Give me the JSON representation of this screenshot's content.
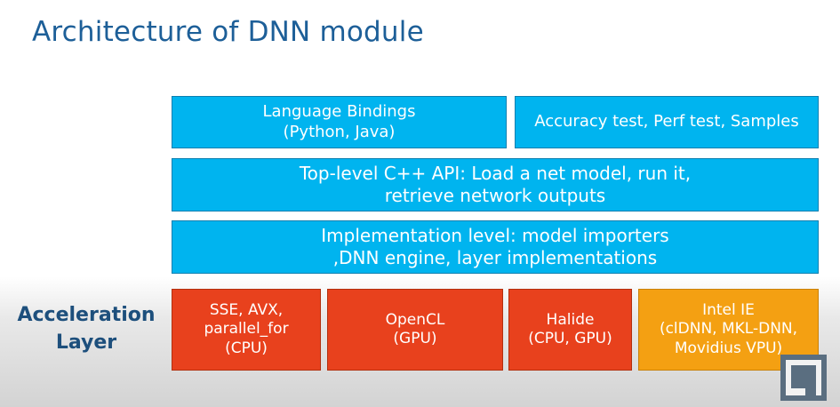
{
  "slide": {
    "title": "Architecture of DNN module"
  },
  "layers": {
    "language_bindings": {
      "line1": "Language Bindings",
      "line2": "(Python, Java)"
    },
    "tests": {
      "line1": "Accuracy test, Perf test, Samples"
    },
    "top_level_api": {
      "line1": "Top-level C++ API: Load a net model, run it,",
      "line2": "retrieve network outputs"
    },
    "implementation": {
      "line1": "Implementation level: model importers",
      "line2": ",DNN engine, layer implementations"
    }
  },
  "acceleration": {
    "label_line1": "Acceleration",
    "label_line2": "Layer",
    "items": [
      {
        "line1": "SSE, AVX,",
        "line2": "parallel_for",
        "line3": "(CPU)"
      },
      {
        "line1": "OpenCL",
        "line2": "(GPU)"
      },
      {
        "line1": "Halide",
        "line2": "(CPU, GPU)"
      },
      {
        "line1": "Intel IE",
        "line2": "(clDNN, MKL-DNN,",
        "line3": "Movidius VPU)"
      }
    ]
  },
  "colors": {
    "title": "#1d5f98",
    "blue_box": "#00b4ef",
    "red_box": "#e8411d",
    "orange_box": "#f4a012",
    "label": "#1d4f7c"
  },
  "icons": {
    "watermark": "video-logo-icon"
  }
}
